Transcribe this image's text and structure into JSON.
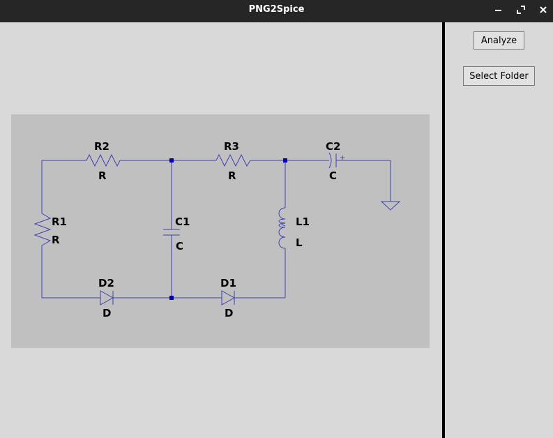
{
  "window": {
    "title": "PNG2Spice",
    "minimize_icon": "minimize-icon",
    "maximize_icon": "maximize-icon",
    "close_icon": "close-icon"
  },
  "sidebar": {
    "analyze_label": "Analyze",
    "select_folder_label": "Select Folder"
  },
  "schematic": {
    "colors": {
      "wire": "#4040b0",
      "background": "#c0c0c0"
    },
    "components": {
      "R2": {
        "name": "R2",
        "value": "R"
      },
      "R3": {
        "name": "R3",
        "value": "R"
      },
      "C2": {
        "name": "C2",
        "value": "C"
      },
      "R1": {
        "name": "R1",
        "value": "R"
      },
      "C1": {
        "name": "C1",
        "value": "C"
      },
      "L1": {
        "name": "L1",
        "value": "L"
      },
      "D2": {
        "name": "D2",
        "value": "D"
      },
      "D1": {
        "name": "D1",
        "value": "D"
      }
    },
    "polarity_mark": "+"
  }
}
